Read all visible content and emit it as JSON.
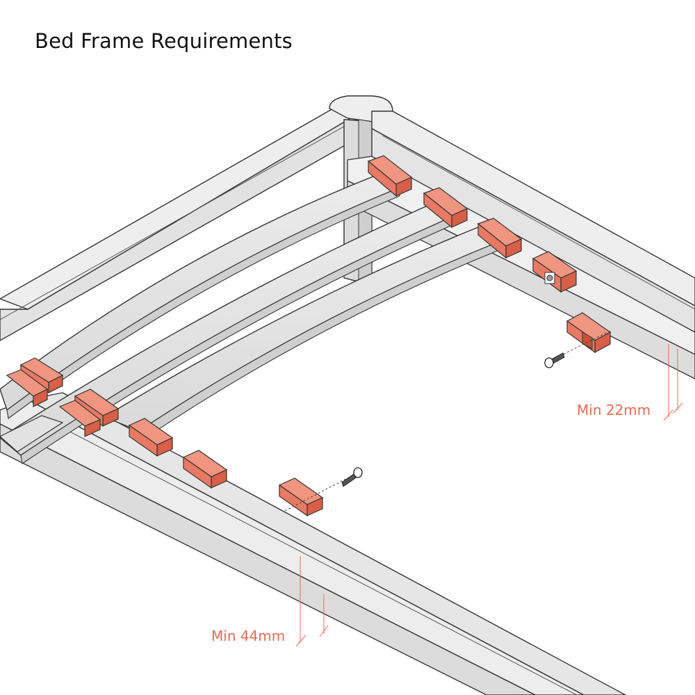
{
  "diagram": {
    "title": "Bed Frame Requirements",
    "annotations": {
      "side_rail_min": "Min 22mm",
      "bottom_rail_min": "Min 44mm"
    },
    "colors": {
      "frame_fill": "#e6e6e6",
      "frame_stroke": "#333333",
      "bracket_fill": "#e87a63",
      "annotation": "#e86a55",
      "background": "#ffffff"
    }
  }
}
